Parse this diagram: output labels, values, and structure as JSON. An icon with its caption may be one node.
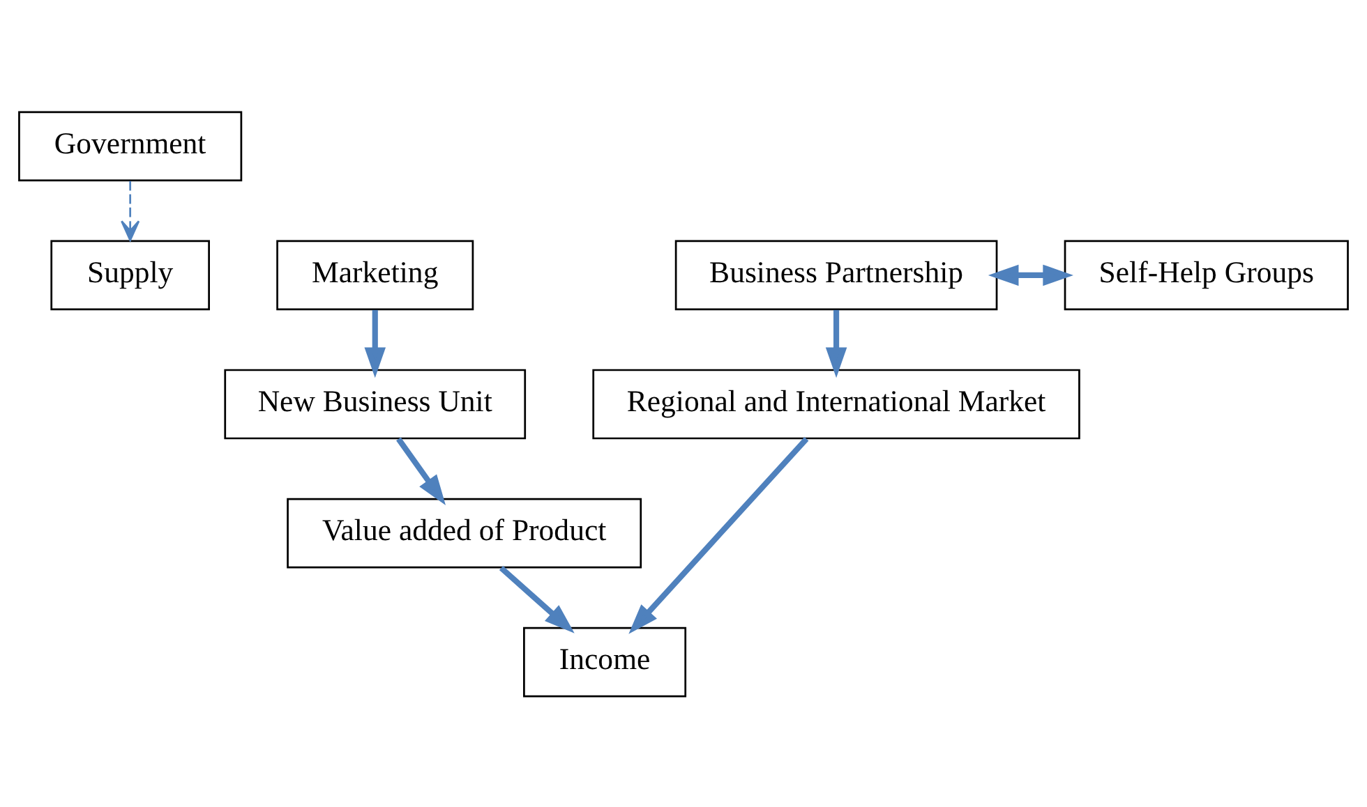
{
  "diagram": {
    "nodes": [
      {
        "text": [
          "Government"
        ]
      },
      {
        "text": [
          "Marketing"
        ]
      },
      {
        "text": [
          "Business Partnership"
        ]
      },
      {
        "text": [
          "Self-Help Groups"
        ]
      },
      {
        "text": [
          "Supply"
        ]
      },
      {
        "text": [
          "Regional and International Market"
        ]
      },
      {
        "text": [
          "New Business Unit"
        ]
      },
      {
        "text": [
          "Value added of Product"
        ]
      },
      {
        "text": [
          "Income"
        ]
      }
    ],
    "edges": [
      {
        "from": 0,
        "to": 4,
        "arrow": "to",
        "style": "dashed"
      },
      {
        "from": 2,
        "to": 3,
        "arrow": "both"
      },
      {
        "from": 1,
        "to": 6,
        "arrow": "to"
      },
      {
        "from": 2,
        "to": 5,
        "arrow": "to"
      },
      {
        "from": 6,
        "to": 7,
        "arrow": "to"
      },
      {
        "from": 7,
        "to": 8,
        "arrow": "to"
      },
      {
        "from": 5,
        "to": 8,
        "arrow": "to"
      }
    ]
  }
}
